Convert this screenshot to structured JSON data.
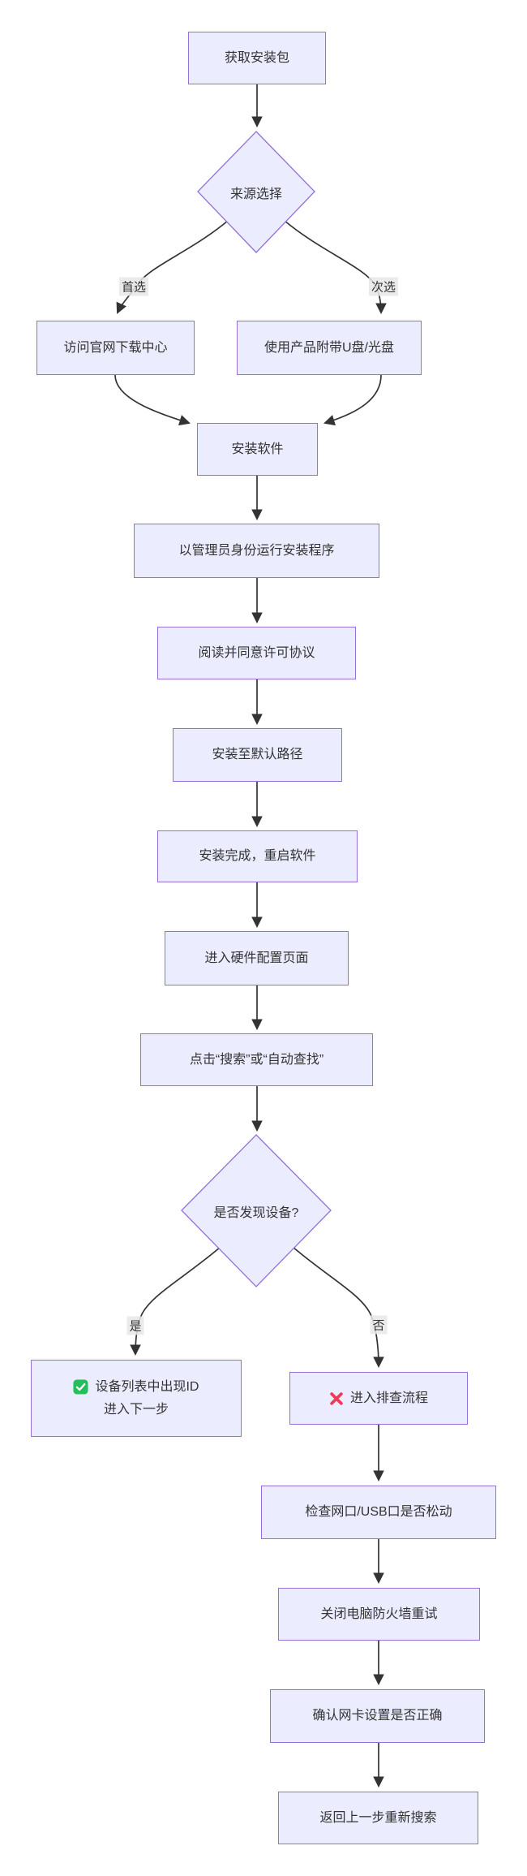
{
  "diagram_type": "flowchart",
  "colors": {
    "node_fill": "#ECECFF",
    "node_border": "#9370DB",
    "edge_line": "#333333",
    "text": "#333333",
    "edge_label_bg": "#E8E8E8",
    "check_green": "#22BF5B",
    "cross_red": "#ED3B5B"
  },
  "nodes": {
    "get_package": {
      "label": "获取安装包"
    },
    "source_choice": {
      "label": "来源选择"
    },
    "official_site": {
      "label": "访问官网下载中心"
    },
    "usb_cd": {
      "label": "使用产品附带U盘/光盘"
    },
    "install_software": {
      "label": "安装软件"
    },
    "run_as_admin": {
      "label": "以管理员身份运行安装程序"
    },
    "license": {
      "label": "阅读并同意许可协议"
    },
    "default_path": {
      "label": "安装至默认路径"
    },
    "restart": {
      "label": "安装完成，重启软件"
    },
    "hardware_page": {
      "label": "进入硬件配置页面"
    },
    "click_search": {
      "label": "点击“搜索”或“自动查找”"
    },
    "device_found": {
      "label": "是否发现设备?"
    },
    "success": {
      "line1": "设备列表中出现ID",
      "line2": "进入下一步"
    },
    "troubleshoot": {
      "label": "进入排查流程"
    },
    "check_ports": {
      "label": "检查网口/USB口是否松动"
    },
    "firewall": {
      "label": "关闭电脑防火墙重试"
    },
    "nic_settings": {
      "label": "确认网卡设置是否正确"
    },
    "research": {
      "label": "返回上一步重新搜索"
    }
  },
  "edge_labels": {
    "preferred": "首选",
    "secondary": "次选",
    "yes": "是",
    "no": "否"
  }
}
